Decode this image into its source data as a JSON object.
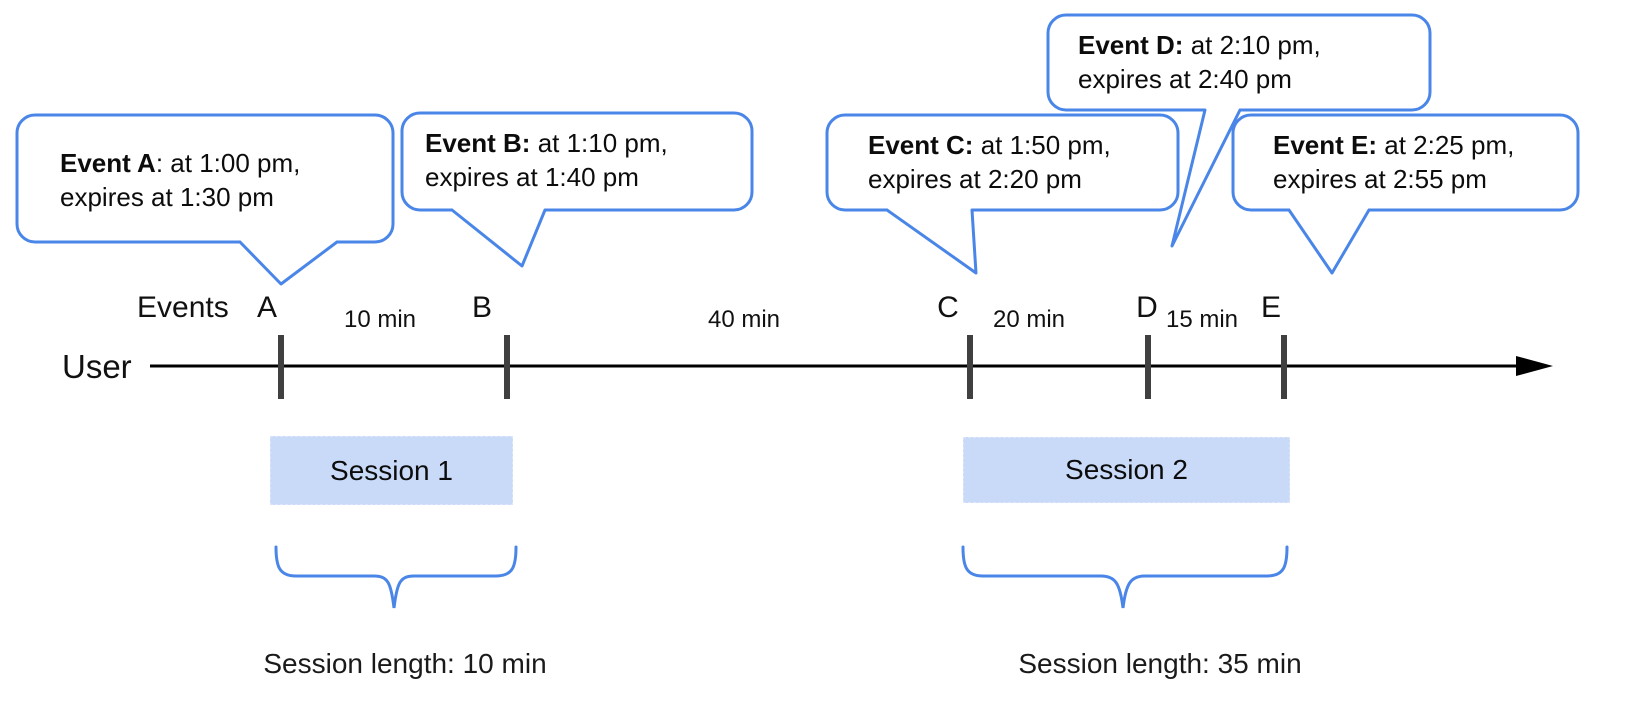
{
  "diagram": {
    "events_row_label": "Events",
    "axis_label": "User"
  },
  "events": [
    {
      "label": "A",
      "bubble": {
        "bold": "Event A",
        "rest": ": at 1:00 pm,",
        "line2": "expires at 1:30 pm"
      }
    },
    {
      "label": "B",
      "bubble": {
        "bold": "Event B:",
        "rest": " at 1:10 pm,",
        "line2": "expires at 1:40 pm"
      }
    },
    {
      "label": "C",
      "bubble": {
        "bold": "Event C:",
        "rest": " at 1:50 pm,",
        "line2": "expires at 2:20 pm"
      }
    },
    {
      "label": "D",
      "bubble": {
        "bold": "Event D:",
        "rest": " at 2:10 pm,",
        "line2": "expires at 2:40 pm"
      }
    },
    {
      "label": "E",
      "bubble": {
        "bold": "Event E:",
        "rest": " at 2:25 pm,",
        "line2": "expires at 2:55 pm"
      }
    }
  ],
  "intervals": [
    {
      "label": "10 min"
    },
    {
      "label": "40 min"
    },
    {
      "label": "20 min"
    },
    {
      "label": "15 min"
    }
  ],
  "sessions": [
    {
      "label": "Session 1",
      "length_label": "Session length: 10 min"
    },
    {
      "label": "Session 2",
      "length_label": "Session length: 35 min"
    }
  ],
  "colors": {
    "bubble_border": "#4a86e8",
    "brace": "#4a86e8",
    "session_fill": "#c9daf8",
    "tick": "#404040",
    "axis": "#000000"
  }
}
